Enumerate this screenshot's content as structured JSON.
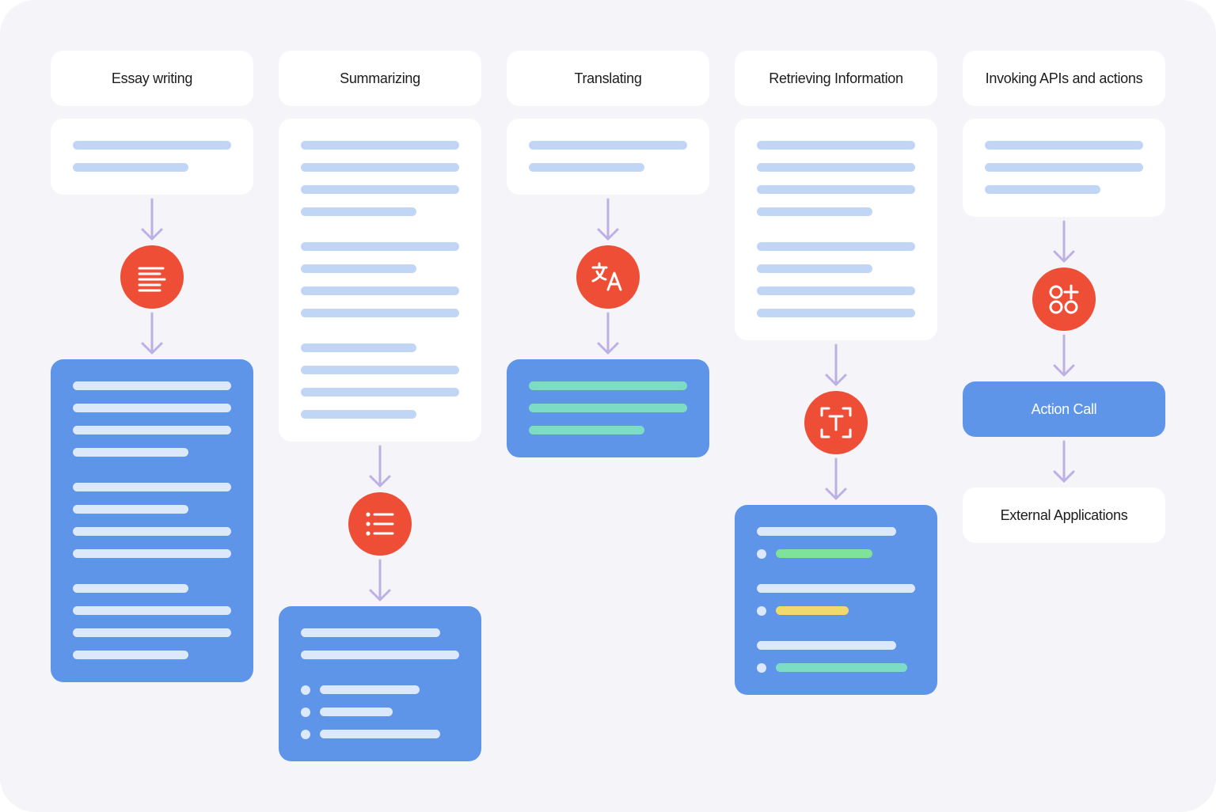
{
  "columns": [
    {
      "title": "Essay writing",
      "icon": "text-lines-icon"
    },
    {
      "title": "Summarizing",
      "icon": "bulleted-list-icon"
    },
    {
      "title": "Translating",
      "icon": "translate-icon"
    },
    {
      "title": "Retrieving Information",
      "icon": "text-recognition-icon"
    },
    {
      "title": "Invoking APIs and actions",
      "icon": "apps-add-icon"
    }
  ],
  "action_call": "Action Call",
  "external_apps": "External Applications",
  "colors": {
    "background": "#f5f4f8",
    "card": "#ffffff",
    "output_card": "#5e95e8",
    "icon_circle": "#ee4d36",
    "arrow": "#bcb0e6",
    "placeholder_line": "#c0d6f4",
    "highlight_green": "#7fe29a",
    "highlight_yellow": "#f2d96e",
    "highlight_teal": "#7ddcc6"
  }
}
